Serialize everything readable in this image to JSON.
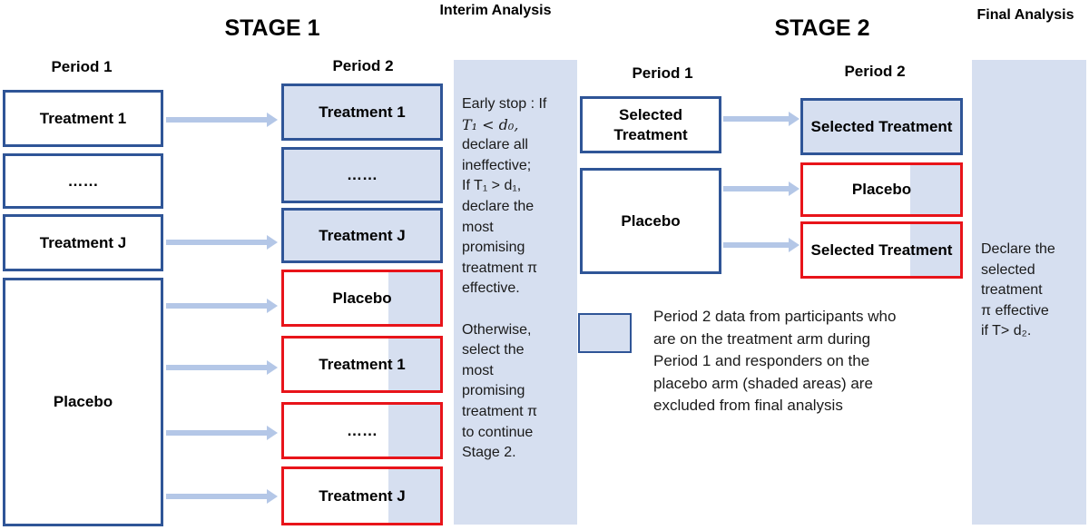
{
  "stage1": {
    "title": "STAGE 1",
    "period1_label": "Period 1",
    "period2_label": "Period 2",
    "period1_boxes": [
      "Treatment 1",
      "……",
      "Treatment J",
      "Placebo"
    ],
    "period2_boxes": [
      "Treatment 1",
      "……",
      "Treatment J",
      "Placebo",
      "Treatment 1",
      "……",
      "Treatment J"
    ]
  },
  "interim": {
    "title": "Interim Analysis",
    "lines": [
      "Early stop : If",
      "T₁ < d₀,",
      "declare all",
      "ineffective;",
      "If T₁ > d₁,",
      "declare the",
      "most",
      "promising",
      "treatment π",
      "effective.",
      "",
      "Otherwise,",
      "select the",
      "most",
      "promising",
      "treatment π",
      "to continue",
      "Stage 2."
    ]
  },
  "stage2": {
    "title": "STAGE 2",
    "period1_label": "Period 1",
    "period2_label": "Period 2",
    "period1_boxes": [
      "Selected Treatment",
      "Placebo"
    ],
    "period2_boxes": [
      "Selected Treatment",
      "Placebo",
      "Selected Treatment"
    ]
  },
  "legend": {
    "text_lines": [
      "Period 2 data from participants who",
      "are on the treatment arm during",
      "Period 1 and responders on the",
      "placebo arm (shaded areas) are",
      "excluded from final analysis"
    ]
  },
  "final": {
    "title": "Final Analysis",
    "lines": [
      "Declare the",
      "selected",
      "treatment",
      "π effective",
      "if T> d₂."
    ]
  },
  "colors": {
    "blue_border": "#2f5597",
    "red_border": "#e8141a",
    "shade": "#d6dff0",
    "arrow": "#b4c7e7"
  }
}
